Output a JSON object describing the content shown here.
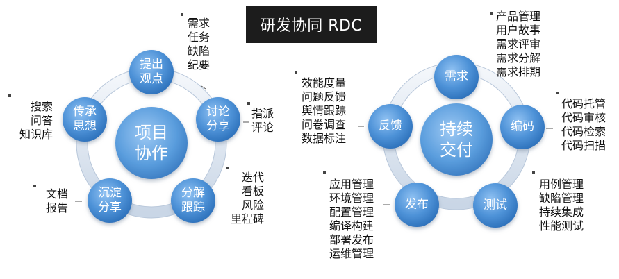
{
  "title": "研发协同 RDC",
  "left": {
    "hub": [
      "项目",
      "协作"
    ],
    "nodes": {
      "propose": [
        "提出",
        "观点"
      ],
      "discuss": [
        "讨论",
        "分享"
      ],
      "track": [
        "分解",
        "跟踪"
      ],
      "settle": [
        "沉淀",
        "分享"
      ],
      "inherit": [
        "传承",
        "思想"
      ]
    },
    "labels": {
      "propose": [
        "需求",
        "任务",
        "缺陷",
        "纪要"
      ],
      "discuss": [
        "指派",
        "评论"
      ],
      "track": [
        "迭代",
        "看板",
        "风险",
        "里程碑"
      ],
      "settle": [
        "文档",
        "报告"
      ],
      "inherit": [
        "搜索",
        "问答",
        "知识库"
      ]
    }
  },
  "right": {
    "hub": [
      "持续",
      "交付"
    ],
    "nodes": {
      "requirement": "需求",
      "coding": "编码",
      "testing": "测试",
      "release": "发布",
      "feedback": "反馈"
    },
    "labels": {
      "requirement": [
        "产品管理",
        "用户故事",
        "需求评审",
        "需求分解",
        "需求排期"
      ],
      "coding": [
        "代码托管",
        "代码审核",
        "代码检索",
        "代码扫描"
      ],
      "testing": [
        "用例管理",
        "缺陷管理",
        "持续集成",
        "性能测试"
      ],
      "release": [
        "应用管理",
        "环境管理",
        "配置管理",
        "编译构建",
        "部署发布",
        "运维管理"
      ],
      "feedback": [
        "效能度量",
        "问题反馈",
        "舆情跟踪",
        "问卷调查",
        "数据标注"
      ]
    }
  }
}
